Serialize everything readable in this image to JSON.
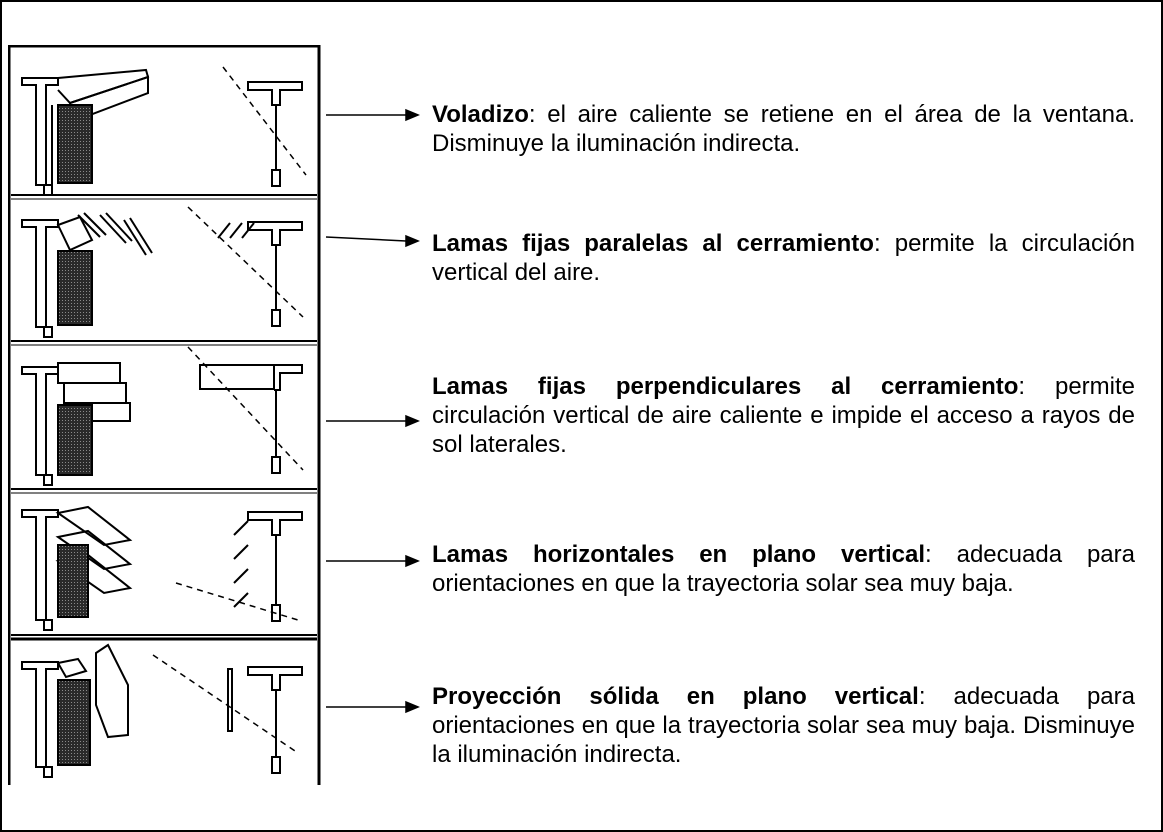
{
  "items": [
    {
      "title": "Voladizo",
      "text": ": el aire caliente se retiene en el área de la ventana. Disminuye la iluminación indirecta."
    },
    {
      "title": "Lamas fijas paralelas al cerramiento",
      "text": ": permite la circulación vertical del aire."
    },
    {
      "title": "Lamas fijas perpendiculares al cerramiento",
      "text": ": permite circulación vertical de aire caliente e impide el acceso a rayos de sol laterales."
    },
    {
      "title": "Lamas horizontales en plano vertical",
      "text": ": adecuada para orientaciones en que la trayectoria solar sea muy baja."
    },
    {
      "title": "Proyección sólida en plano vertical",
      "text": ": adecuada para orientaciones en que la trayectoria solar sea muy baja. Disminuye la iluminación indirecta."
    }
  ]
}
